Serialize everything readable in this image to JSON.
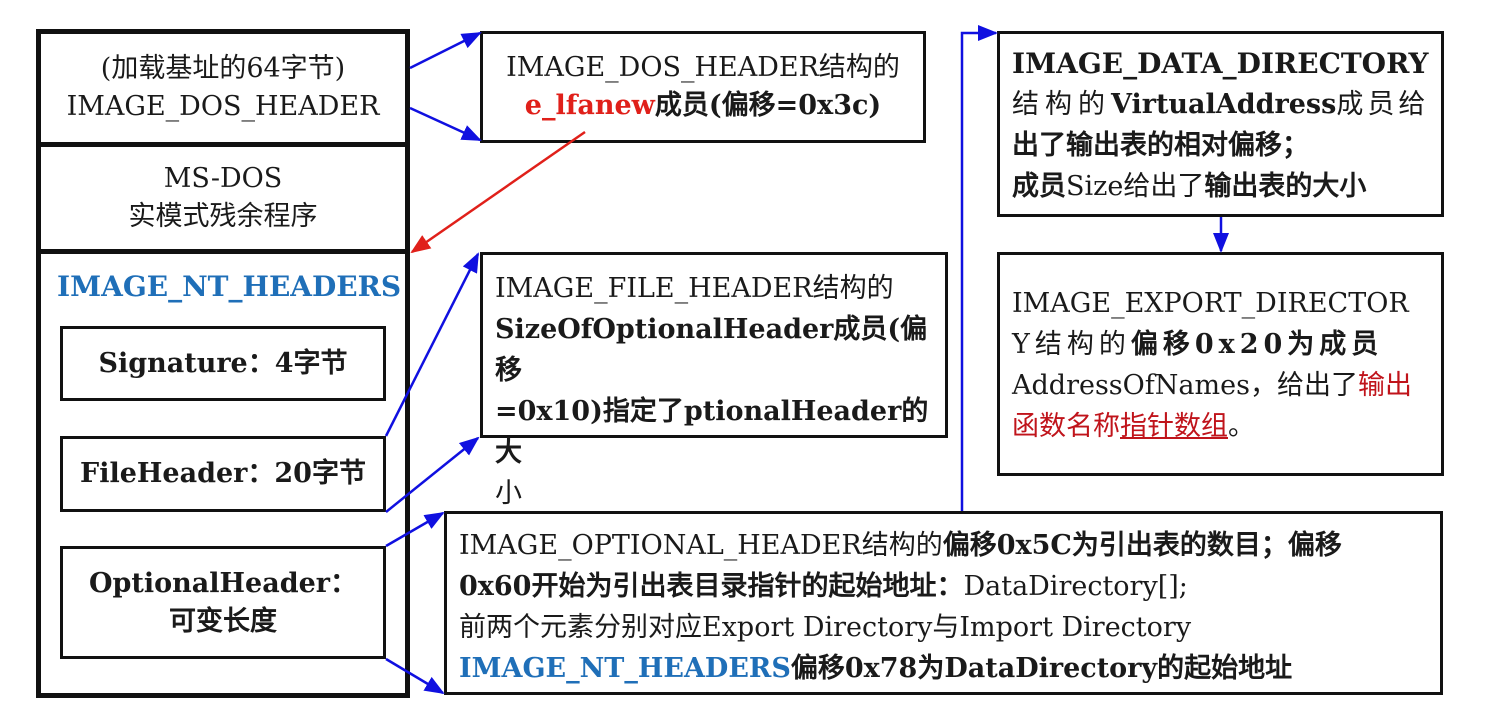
{
  "pe_stack": {
    "dos_header": {
      "line1": "(加载基址的64字节)",
      "line2": "IMAGE_DOS_HEADER"
    },
    "dos_stub": {
      "line1": "MS-DOS",
      "line2": "实模式残余程序"
    },
    "nt_headers": {
      "title": "IMAGE_NT_HEADERS",
      "signature": "Signature：4字节",
      "file_header": "FileHeader：20字节",
      "optional_header_line1": "OptionalHeader：",
      "optional_header_line2": "可变长度"
    }
  },
  "dos_header_note": {
    "line1": "IMAGE_DOS_HEADER结构的",
    "field": "e_lfanew",
    "rest": "成员(偏移=0x3c)"
  },
  "file_header_note": {
    "line1": "IMAGE_FILE_HEADER结构的",
    "line2": "SizeOfOptionalHeader成员(偏移",
    "line3": "=0x10)指定了ptionalHeader的大",
    "line4": "小"
  },
  "optional_header_note": {
    "l1a": "IMAGE_OPTIONAL_HEADER结构的",
    "l1b": "偏移0x5C为引出表的数目；偏移",
    "l2a": "0x60开始为引出表目录指针的起始地址：",
    "l2b": "DataDirectory[];",
    "l3": "前两个元素分别对应Export Directory与Import Directory",
    "l4a": "IMAGE_NT_HEADERS",
    "l4b": "偏移0x78为DataDirectory的起始地址"
  },
  "data_directory_note": {
    "l1": "IMAGE_DATA_DIRECTORY",
    "l2a": "结构的",
    "l2b": "VirtualAddress",
    "l2c": "成员给",
    "l3": "出了输出表的相对偏移；",
    "l4a": "成员",
    "l4b": "Size",
    "l4c": "给出了",
    "l4d": "输出表的大小"
  },
  "export_directory_note": {
    "l1": "IMAGE_EXPORT_DIRECTOR",
    "l2a": "Y结构的",
    "l2b": "偏移0x20为成员",
    "l3a": "AddressOfNames，给出了",
    "l3b": "输出",
    "l4a": "函数名称",
    "l4b": "指针数组",
    "l4c": "。"
  },
  "colors": {
    "border": "#111111",
    "arrow_blue": "#1010e0",
    "arrow_red": "#e0201a",
    "title_blue": "#1f6fb8",
    "highlight_red": "#e0201a",
    "dark_red": "#c0141b"
  }
}
